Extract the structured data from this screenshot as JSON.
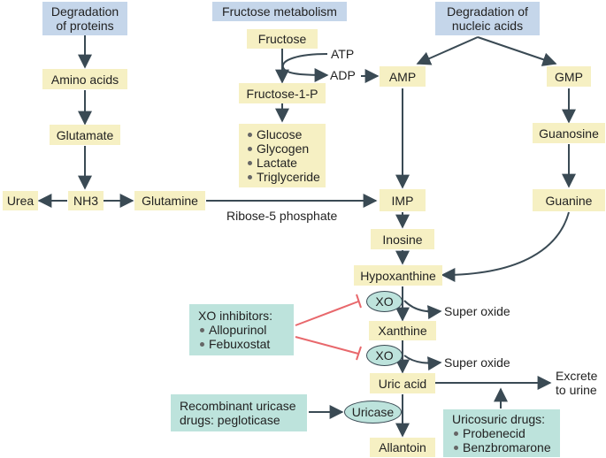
{
  "top": {
    "degradation_proteins": [
      "Degradation",
      "of proteins"
    ],
    "fructose_metabolism": "Fructose metabolism",
    "degradation_nucleic": [
      "Degradation of",
      "nucleic acids"
    ]
  },
  "nodes": {
    "amino_acids": "Amino acids",
    "glutamate": "Glutamate",
    "nh3": "NH3",
    "urea": "Urea",
    "glutamine": "Glutamine",
    "fructose": "Fructose",
    "fructose_1_p": "Fructose-1-P",
    "amp": "AMP",
    "gmp": "GMP",
    "guanosine": "Guanosine",
    "guanine": "Guanine",
    "imp": "IMP",
    "inosine": "Inosine",
    "hypoxanthine": "Hypoxanthine",
    "xanthine": "Xanthine",
    "uric_acid": "Uric acid",
    "allantoin": "Allantoin"
  },
  "fructose_products": [
    "Glucose",
    "Glycogen",
    "Lactate",
    "Triglyceride"
  ],
  "labels": {
    "atp": "ATP",
    "adp": "ADP",
    "ribose": "Ribose-5 phosphate",
    "super_oxide_1": "Super oxide",
    "super_oxide_2": "Super oxide",
    "excrete": [
      "Excrete",
      "to urine"
    ]
  },
  "enzymes": {
    "xo1": "XO",
    "xo2": "XO",
    "uricase": "Uricase"
  },
  "drugs": {
    "xo_inhibitors_title": "XO inhibitors:",
    "xo_inhibitors": [
      "Allopurinol",
      "Febuxostat"
    ],
    "recombinant": [
      "Recombinant uricase",
      "drugs: pegloticase"
    ],
    "uricosuric_title": "Uricosuric drugs:",
    "uricosuric": [
      "Probenecid",
      "Benzbromarone"
    ]
  },
  "colors": {
    "node": "#f6f0c3",
    "header": "#c5d6ea",
    "drug": "#bde3dc",
    "arrow": "#3a4a54",
    "inhibit": "#e8686c"
  }
}
